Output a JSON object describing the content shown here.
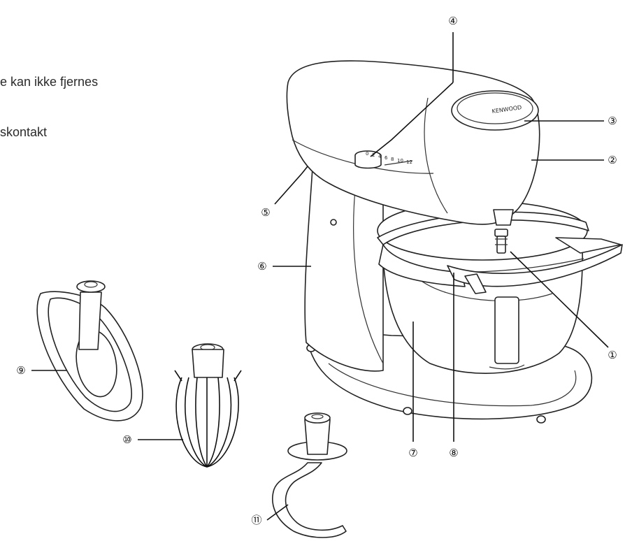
{
  "caption": {
    "line1": "e kan ikke fjernes",
    "line2": "skontakt"
  },
  "speed_scale": [
    "0",
    "2",
    "4",
    "6",
    "8",
    "10",
    "12"
  ],
  "brand": "KENWOOD",
  "callouts": [
    {
      "id": "1",
      "label": "①"
    },
    {
      "id": "2",
      "label": "②"
    },
    {
      "id": "3",
      "label": "③"
    },
    {
      "id": "4",
      "label": "④"
    },
    {
      "id": "5",
      "label": "⑤"
    },
    {
      "id": "6",
      "label": "⑥"
    },
    {
      "id": "7",
      "label": "⑦"
    },
    {
      "id": "8",
      "label": "⑧"
    },
    {
      "id": "9",
      "label": "⑨"
    },
    {
      "id": "10",
      "label": "⑩"
    },
    {
      "id": "11",
      "label": "⑪"
    }
  ]
}
